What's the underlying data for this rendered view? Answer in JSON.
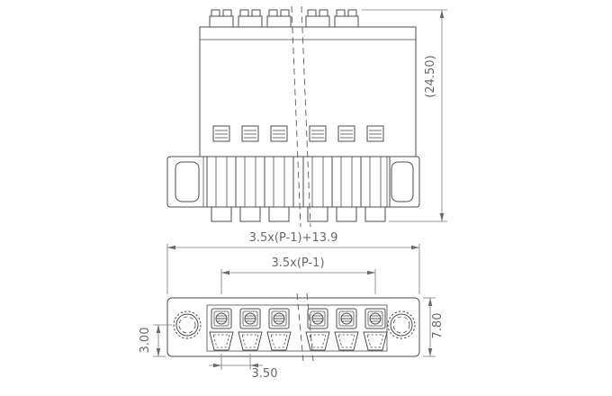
{
  "drawing": {
    "line_color": "#4d4d4d",
    "dimension_line_color": "#7a7a7a",
    "text_color": "#686868"
  },
  "dimensions": {
    "overall_height": "(24.50)",
    "overall_width_formula": "3.5x(P-1)+13.9",
    "pin_span_formula": "3.5x(P-1)",
    "mount_offset": "3.00",
    "body_depth": "7.80",
    "pitch": "3.50"
  }
}
